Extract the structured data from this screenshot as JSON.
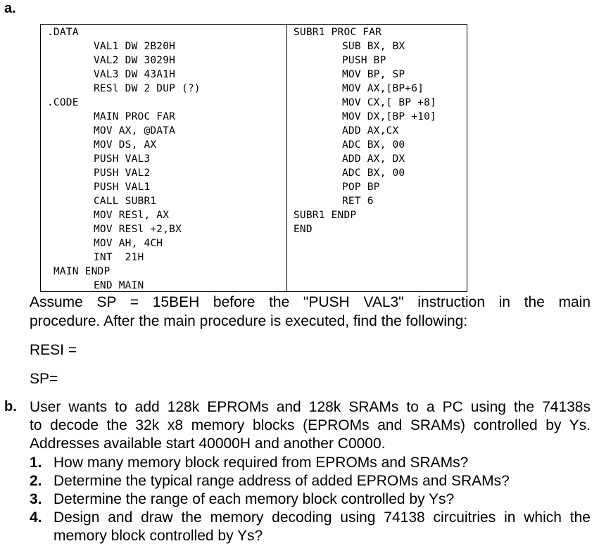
{
  "part_a": {
    "label": "a.",
    "left_code": [
      ".DATA",
      "VAL1 DW 2B20H",
      "VAL2 DW 3029H",
      "VAL3 DW 43A1H",
      "RESl DW 2 DUP (?)",
      ".CODE",
      "MAIN PROC FAR",
      "MOV AX, @DATA",
      "MOV DS, AX",
      "PUSH VAL3",
      "PUSH VAL2",
      "PUSH VAL1",
      "CALL SUBR1",
      "MOV RESl, AX",
      "MOV RESl +2,BX",
      "MOV AH, 4CH",
      "INT  21H",
      "MAIN ENDP",
      "END MAIN"
    ],
    "right_code": [
      "SUBR1 PROC FAR",
      "SUB BX, BX",
      "PUSH BP",
      "MOV BP, SP",
      "MOV AX,[BP+6]",
      "MOV CX,[ BP +8]",
      "MOV DX,[BP +10]",
      "ADD AX,CX",
      "ADC BX, 00",
      "ADD AX, DX",
      "ADC BX, 00",
      "POP BP",
      "RET 6",
      "SUBR1 ENDP",
      "END"
    ],
    "assume_line1": "Assume SP = 15BEH before the \"PUSH VAL3\" instruction in the main",
    "assume_line2": "procedure. After the main procedure is executed, find the following:",
    "resi_prompt": "RESI =",
    "sp_prompt": "SP="
  },
  "part_b": {
    "label": "b.",
    "intro_line1": "User wants to add 128k EPROMs and 128k SRAMs to a PC using the 74138s",
    "intro_line2": "to decode the 32k x8 memory blocks (EPROMs and SRAMs) controlled by Ys.",
    "intro_line3": "Addresses available start 40000H and another C0000.",
    "questions": [
      {
        "num": "1.",
        "line1": "How many memory block required from EPROMs and SRAMs?",
        "line2": ""
      },
      {
        "num": "2.",
        "line1": "Determine the typical range address of added EPROMs and SRAMs?",
        "line2": ""
      },
      {
        "num": "3.",
        "line1": "Determine the range of each memory block controlled by Ys?",
        "line2": ""
      },
      {
        "num": "4.",
        "line1": "Design and draw the memory decoding using 74138 circuitries in which the",
        "line2": "memory block controlled by Ys?"
      }
    ]
  }
}
